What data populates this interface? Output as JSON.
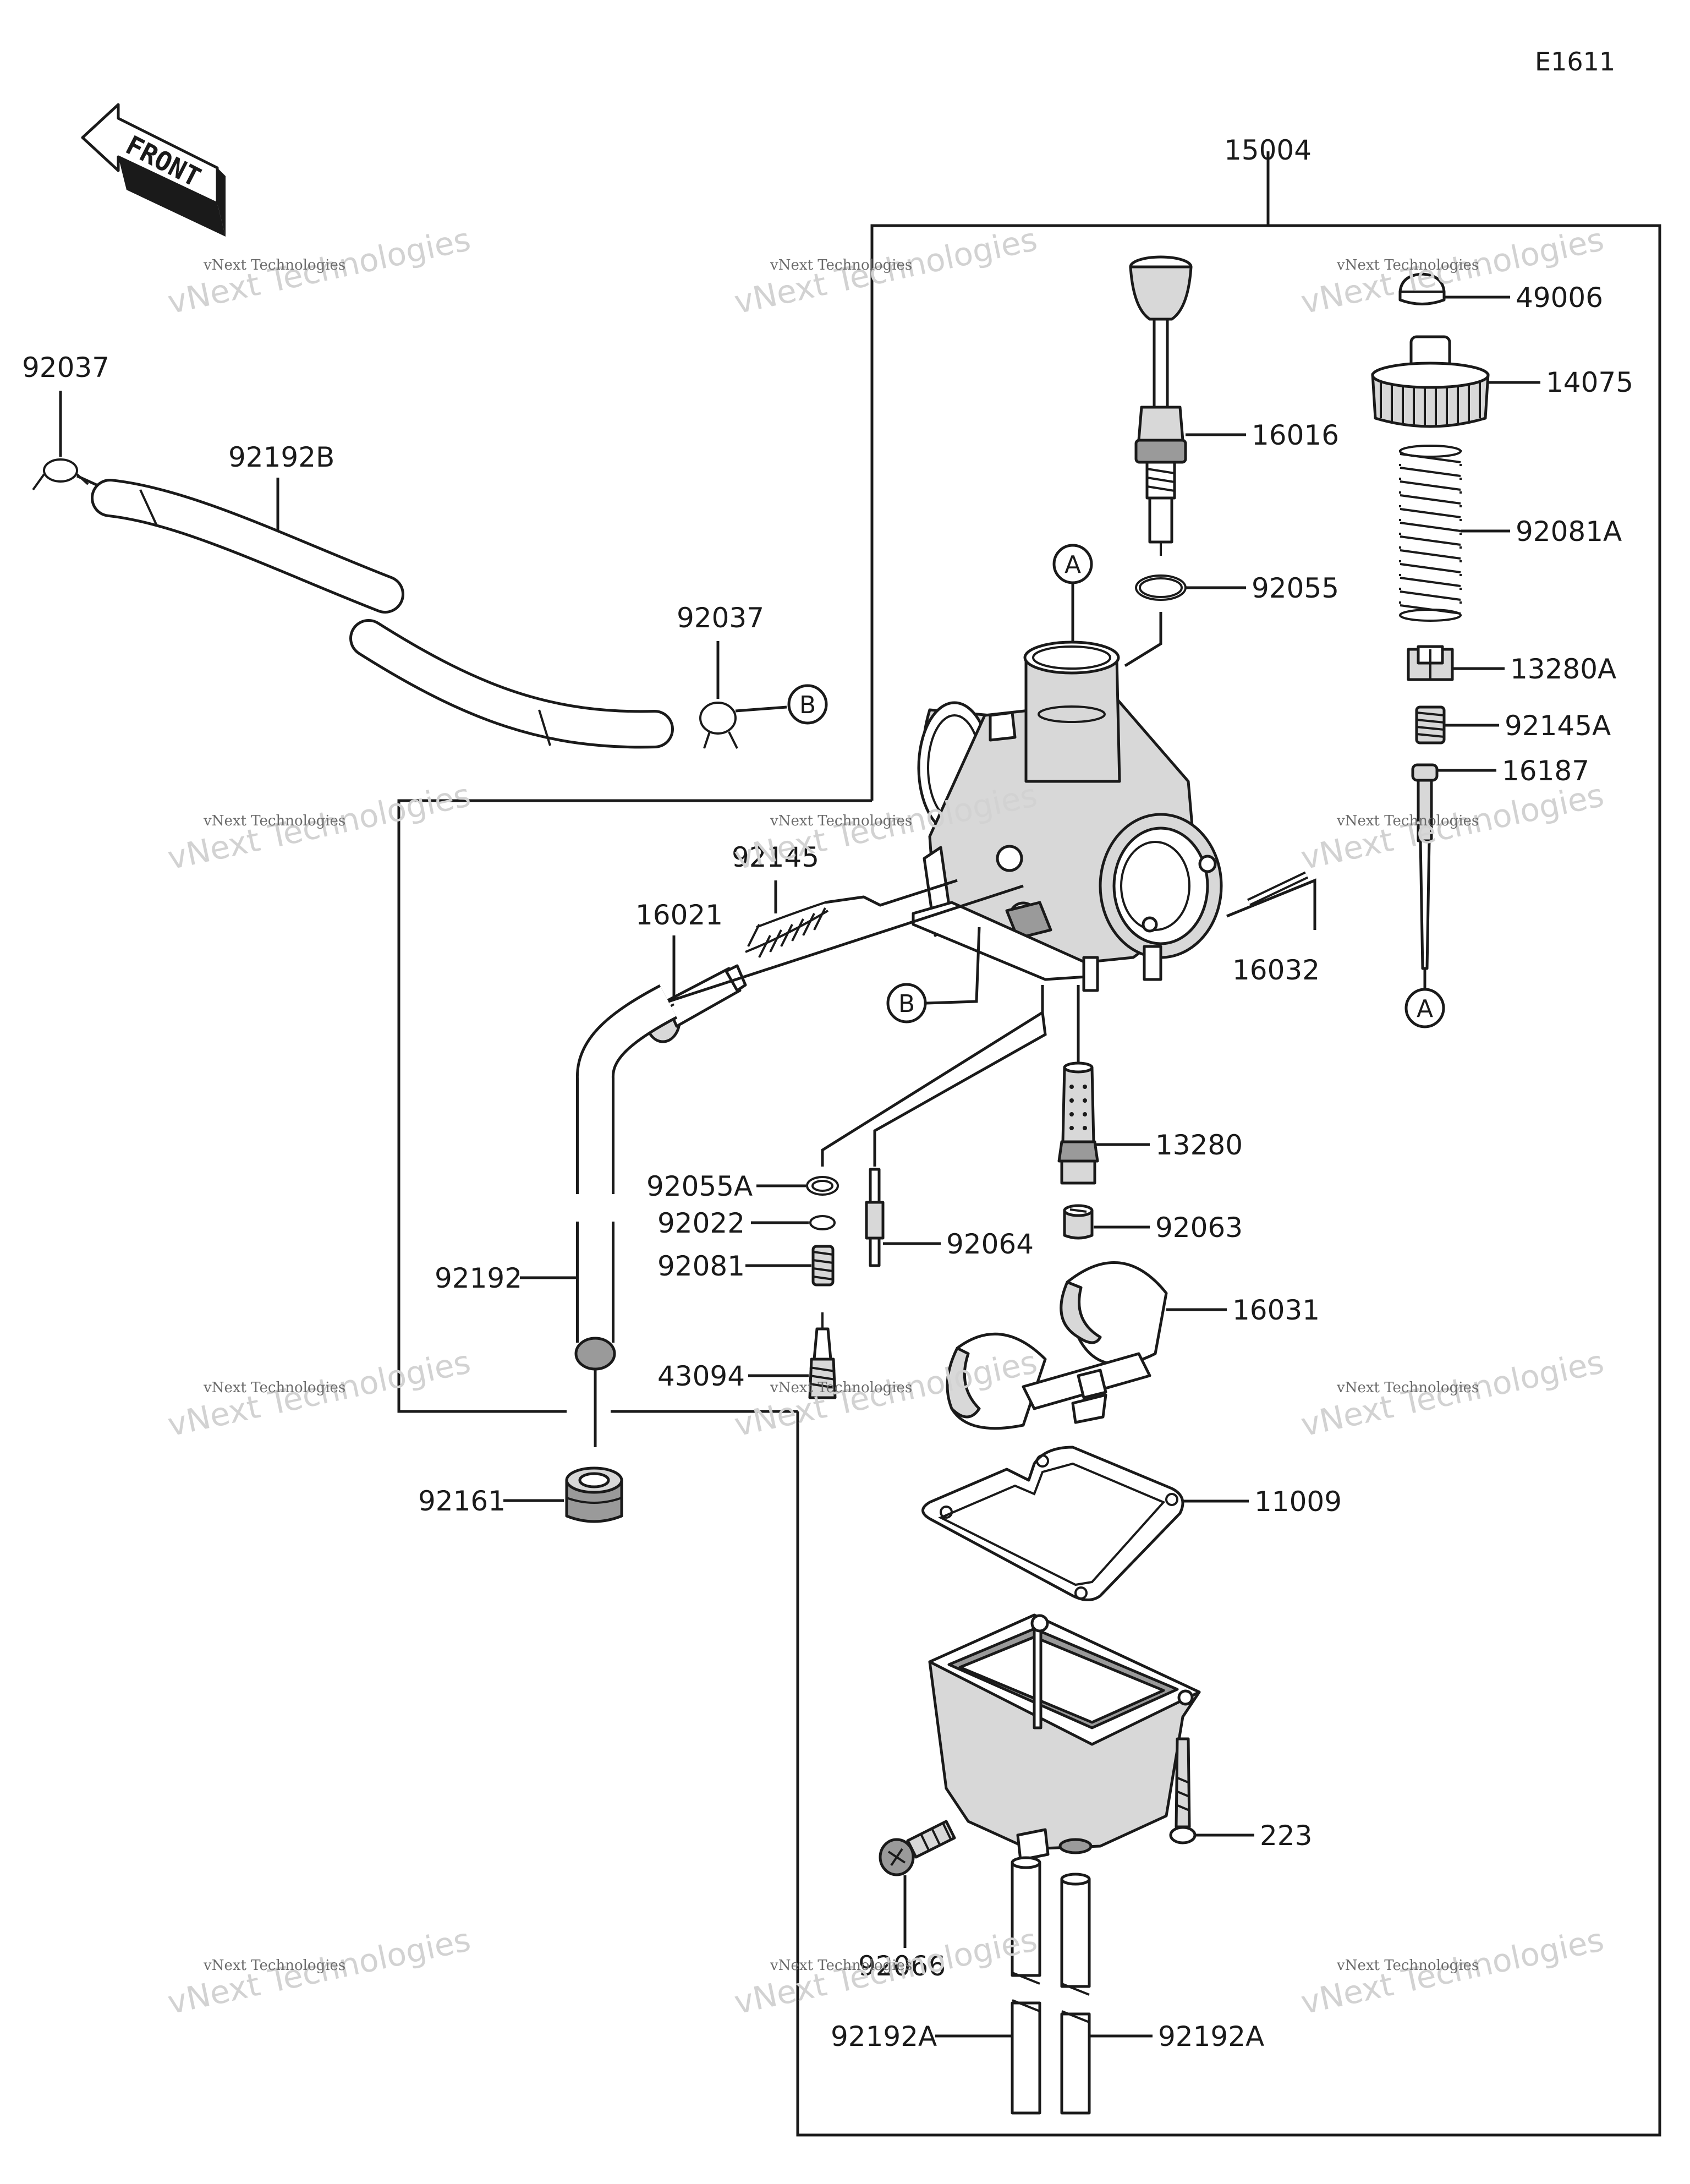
{
  "diagram": {
    "code": "E1611",
    "front_label": "FRONT",
    "callouts": {
      "a": "A",
      "b": "B"
    },
    "parts": {
      "p15004": "15004",
      "p49006": "49006",
      "p14075": "14075",
      "p16016": "16016",
      "p92081A": "92081A",
      "p92055": "92055",
      "p13280A": "13280A",
      "p92145A": "92145A",
      "p16187": "16187",
      "p92037_left": "92037",
      "p92192B": "92192B",
      "p92037_right": "92037",
      "p92145": "92145",
      "p16021": "16021",
      "p16032": "16032",
      "p13280": "13280",
      "p92055A": "92055A",
      "p92022": "92022",
      "p92064": "92064",
      "p92063": "92063",
      "p92081": "92081",
      "p92192": "92192",
      "p16031": "16031",
      "p43094": "43094",
      "p92161": "92161",
      "p11009": "11009",
      "p223": "223",
      "p92066": "92066",
      "p92192A_left": "92192A",
      "p92192A_right": "92192A"
    },
    "watermark": {
      "line1": "vNext Technologies",
      "line2": "vNext Technologies"
    }
  }
}
